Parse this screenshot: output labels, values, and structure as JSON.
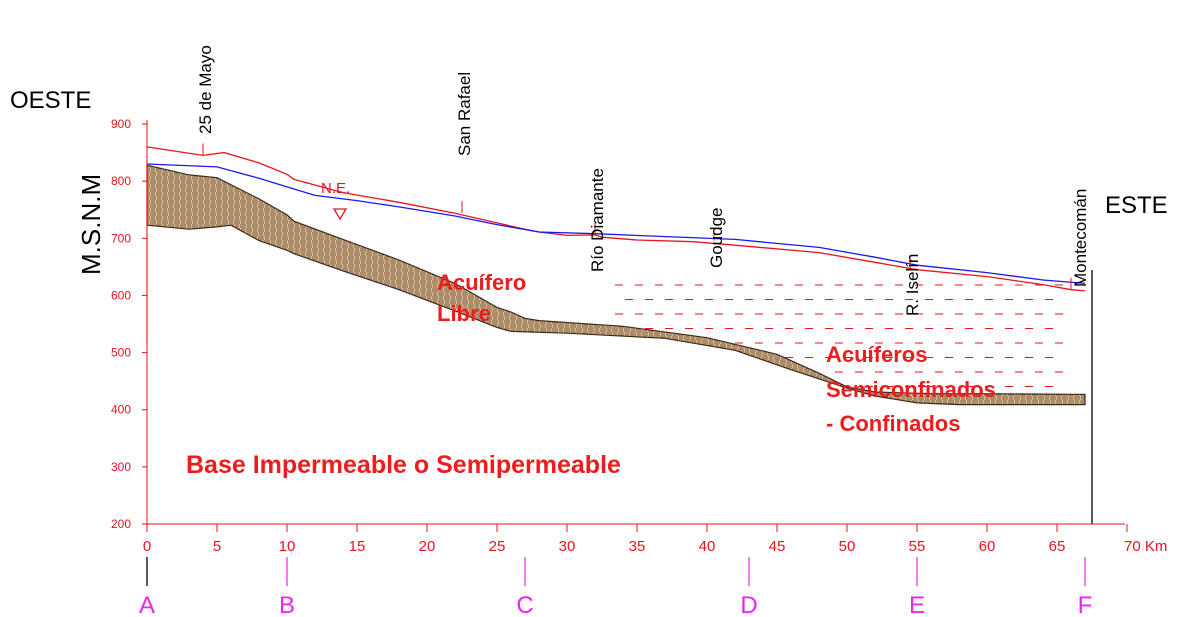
{
  "orientation": {
    "west": "OESTE",
    "east": "ESTE",
    "vertical_axis_title": "M.S.N.M"
  },
  "y_axis": {
    "ticks": [
      "900",
      "800",
      "700",
      "600",
      "500",
      "400",
      "300",
      "200"
    ],
    "tick_values": [
      900,
      800,
      700,
      600,
      500,
      400,
      300,
      200
    ],
    "range": [
      200,
      900
    ]
  },
  "x_axis": {
    "ticks": [
      "0",
      "5",
      "10",
      "15",
      "20",
      "25",
      "30",
      "35",
      "40",
      "45",
      "50",
      "55",
      "60",
      "65",
      "70 Km"
    ],
    "tick_values": [
      0,
      5,
      10,
      15,
      20,
      25,
      30,
      35,
      40,
      45,
      50,
      55,
      60,
      65,
      70
    ],
    "range": [
      0,
      70
    ],
    "unit": "Km"
  },
  "places": [
    {
      "name": "25 de Mayo",
      "km": 4
    },
    {
      "name": "San Rafael",
      "km": 22.5
    },
    {
      "name": "Río Diamante",
      "km": 32
    },
    {
      "name": "Goudge",
      "km": 40.5
    },
    {
      "name": "R. Iselín",
      "km": 54.5
    },
    {
      "name": "Montecomán",
      "km": 66.5
    }
  ],
  "section_points": [
    {
      "label": "A",
      "km": 0
    },
    {
      "label": "B",
      "km": 10
    },
    {
      "label": "C",
      "km": 27
    },
    {
      "label": "D",
      "km": 43
    },
    {
      "label": "E",
      "km": 55
    },
    {
      "label": "F",
      "km": 67
    }
  ],
  "water_level_label": "N.E.",
  "zones": {
    "free_aquifer": [
      "Acuífero",
      "Libre"
    ],
    "confined_aquifer": [
      "Acuíferos",
      "Semiconfinados",
      "- Confinados"
    ],
    "base": "Base Impermeable o Semipermeable"
  },
  "colors": {
    "axis_red": "#e8141e",
    "zone_text_red": "#ee1c1c",
    "water_table_blue": "#1a1aee",
    "section_pink": "#ee22ee",
    "layer_fill": "#d9b892",
    "layer_stroke": "#3a2a1a"
  },
  "profiles": {
    "ground_surface": [
      [
        0,
        860
      ],
      [
        4,
        845
      ],
      [
        5.5,
        850
      ],
      [
        8,
        832
      ],
      [
        10,
        812
      ],
      [
        10.5,
        803
      ],
      [
        14,
        780
      ],
      [
        18,
        763
      ],
      [
        22,
        744
      ],
      [
        25,
        727
      ],
      [
        27,
        716
      ],
      [
        28,
        711
      ],
      [
        30,
        705
      ],
      [
        32,
        706
      ],
      [
        32.5,
        702
      ],
      [
        35,
        697
      ],
      [
        39,
        694
      ],
      [
        42,
        688
      ],
      [
        48,
        675
      ],
      [
        52,
        658
      ],
      [
        55,
        645
      ],
      [
        60,
        633
      ],
      [
        64,
        619
      ],
      [
        66,
        610
      ],
      [
        67,
        608
      ]
    ],
    "water_table": [
      [
        0,
        830
      ],
      [
        5,
        825
      ],
      [
        8,
        805
      ],
      [
        10,
        790
      ],
      [
        12,
        775
      ],
      [
        15,
        766
      ],
      [
        18,
        755
      ],
      [
        22,
        739
      ],
      [
        25,
        724
      ],
      [
        28,
        711
      ],
      [
        32,
        708
      ],
      [
        36,
        704
      ],
      [
        42,
        698
      ],
      [
        48,
        684
      ],
      [
        52,
        667
      ],
      [
        55,
        653
      ],
      [
        60,
        640
      ],
      [
        64,
        627
      ],
      [
        67,
        621
      ]
    ],
    "layer_top": [
      [
        0,
        828
      ],
      [
        3,
        811
      ],
      [
        5,
        806
      ],
      [
        8,
        769
      ],
      [
        10,
        741
      ],
      [
        10.5,
        730
      ],
      [
        14,
        698
      ],
      [
        18,
        662
      ],
      [
        22,
        621
      ],
      [
        25,
        579
      ],
      [
        26,
        571
      ],
      [
        27,
        560
      ],
      [
        28,
        556
      ],
      [
        34,
        546
      ],
      [
        40,
        526
      ],
      [
        45,
        497
      ],
      [
        48,
        464
      ],
      [
        50,
        440
      ],
      [
        52,
        431
      ],
      [
        56,
        428
      ],
      [
        60,
        428
      ],
      [
        66,
        427
      ],
      [
        67,
        427
      ]
    ],
    "layer_bottom": [
      [
        67,
        409
      ],
      [
        62,
        409
      ],
      [
        58,
        409
      ],
      [
        55,
        412
      ],
      [
        52,
        424
      ],
      [
        50,
        438
      ],
      [
        46,
        470
      ],
      [
        42,
        504
      ],
      [
        37,
        525
      ],
      [
        30,
        534
      ],
      [
        26,
        537
      ],
      [
        25,
        544
      ],
      [
        22,
        573
      ],
      [
        18,
        610
      ],
      [
        14,
        643
      ],
      [
        10.5,
        673
      ],
      [
        10,
        679
      ],
      [
        8,
        696
      ],
      [
        6,
        723
      ],
      [
        5,
        720
      ],
      [
        4,
        718
      ],
      [
        3,
        716
      ],
      [
        0,
        723
      ]
    ],
    "confined_region": [
      [
        33,
        672
      ],
      [
        42,
        676
      ],
      [
        48,
        662
      ],
      [
        53,
        641
      ],
      [
        59,
        628
      ],
      [
        66,
        622
      ],
      [
        66,
        414
      ],
      [
        58,
        414
      ],
      [
        55,
        418
      ],
      [
        52,
        432
      ],
      [
        48,
        466
      ],
      [
        45,
        490
      ],
      [
        41,
        512
      ],
      [
        36,
        528
      ],
      [
        33,
        533
      ]
    ]
  }
}
